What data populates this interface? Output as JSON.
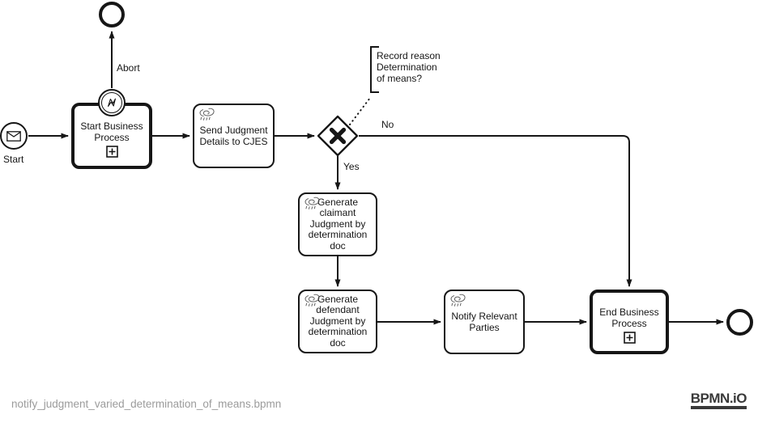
{
  "app": {
    "footer_filename": "notify_judgment_varied_determination_of_means.bpmn",
    "logo_text": "BPMN.iO"
  },
  "colors": {
    "stroke": "#161616",
    "background": "#ffffff",
    "footer_text": "#9b9b9b",
    "logo": "#3a3a3a"
  },
  "events": {
    "start": {
      "label": "Start",
      "icon": "message-envelope-icon",
      "type": "message-start-event"
    },
    "boundary_error": {
      "icon": "error-zigzag-icon",
      "type": "error-boundary-event"
    },
    "abort_end": {
      "type": "end-event"
    },
    "final_end": {
      "type": "end-event"
    }
  },
  "gateway": {
    "type": "exclusive-gateway",
    "icon": "x-marker-icon"
  },
  "flows": {
    "abort": {
      "label": "Abort"
    },
    "gateway_no": {
      "label": "No"
    },
    "gateway_yes": {
      "label": "Yes"
    }
  },
  "annotation": {
    "lines": [
      "Record reason",
      "Determination",
      "of means?"
    ]
  },
  "tasks": {
    "start_business_process": {
      "type": "call-activity",
      "marker": "subprocess-plus-icon",
      "lines": [
        "Start Business",
        "Process"
      ]
    },
    "send_judgment": {
      "type": "script-task",
      "icon": "script-icon",
      "lines": [
        "Send Judgment",
        "Details to CJES"
      ]
    },
    "generate_claimant": {
      "type": "script-task",
      "icon": "script-icon",
      "lines": [
        "Generate",
        "claimant",
        "Judgment by",
        "determination",
        "doc"
      ]
    },
    "generate_defendant": {
      "type": "script-task",
      "icon": "script-icon",
      "lines": [
        "Generate",
        "defendant",
        "Judgment by",
        "determination",
        "doc"
      ]
    },
    "notify_parties": {
      "type": "script-task",
      "icon": "script-icon",
      "lines": [
        "Notify Relevant",
        "Parties"
      ]
    },
    "end_business_process": {
      "type": "call-activity",
      "marker": "subprocess-plus-icon",
      "lines": [
        "End Business",
        "Process"
      ]
    }
  }
}
